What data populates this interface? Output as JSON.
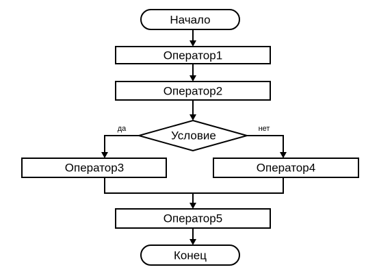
{
  "flowchart": {
    "start_label": "Начало",
    "operator1_label": "Оператор1",
    "operator2_label": "Оператор2",
    "condition_label": "Условие",
    "yes_label": "да",
    "no_label": "нет",
    "operator3_label": "Оператор3",
    "operator4_label": "Оператор4",
    "operator5_label": "Оператор5",
    "end_label": "Конец"
  },
  "colors": {
    "stroke": "#000000",
    "fill": "#ffffff",
    "text": "#000000"
  }
}
